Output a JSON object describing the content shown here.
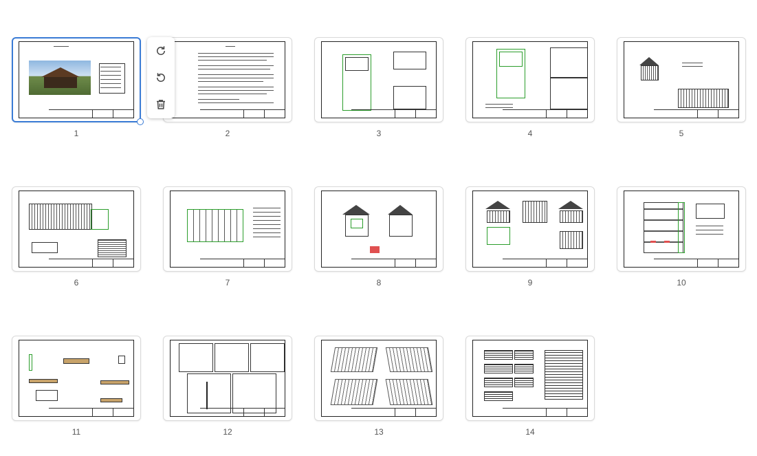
{
  "toolbar": {
    "rotate_clockwise_icon": "rotate-clockwise-icon",
    "rotate_counterclockwise_icon": "rotate-counterclockwise-icon",
    "delete_icon": "trash-icon"
  },
  "accent_color": "#3a7bd5",
  "pages": [
    {
      "number": "1",
      "selected": true
    },
    {
      "number": "2"
    },
    {
      "number": "3"
    },
    {
      "number": "4"
    },
    {
      "number": "5"
    },
    {
      "number": "6"
    },
    {
      "number": "7"
    },
    {
      "number": "8"
    },
    {
      "number": "9"
    },
    {
      "number": "10"
    },
    {
      "number": "11"
    },
    {
      "number": "12"
    },
    {
      "number": "13"
    },
    {
      "number": "14"
    }
  ]
}
